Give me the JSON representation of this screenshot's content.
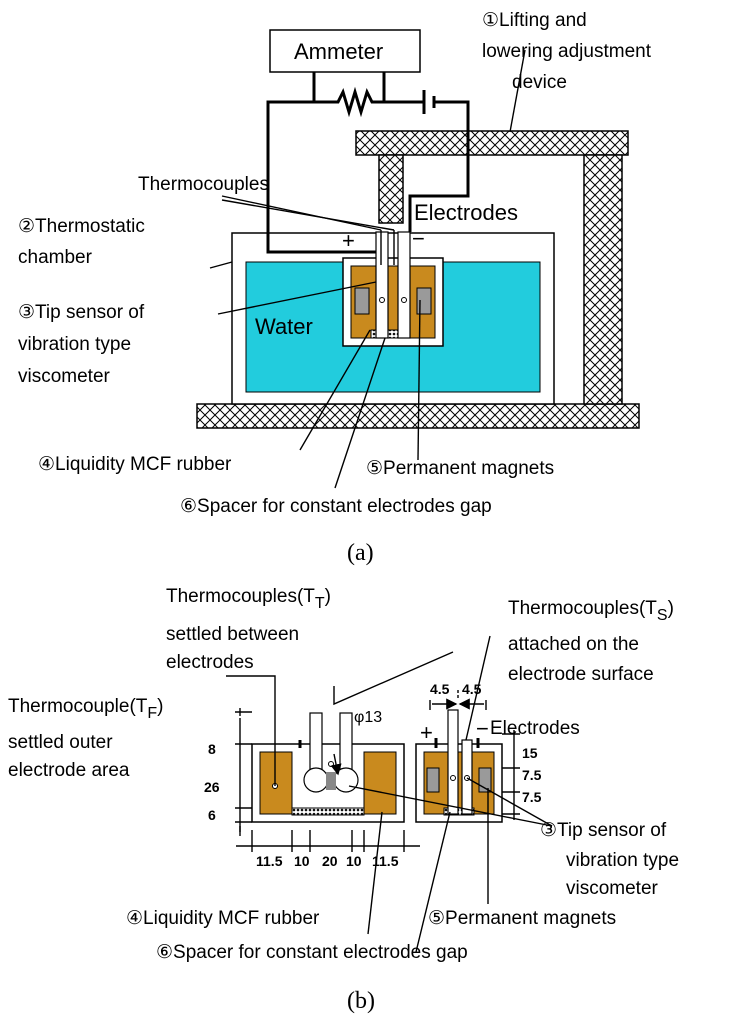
{
  "colors": {
    "water": "#22ccdd",
    "mcf": "#c98a1e",
    "magnet": "#9a9a9a",
    "spacer": "#222222",
    "hatch": "#000000"
  },
  "panel_a": {
    "ammeter": "Ammeter",
    "lifting": [
      "①Lifting and",
      "lowering adjustment",
      "device"
    ],
    "thermocouples": "Thermocouples",
    "electrodes": "Electrodes",
    "thermostatic": [
      "②Thermostatic",
      "chamber"
    ],
    "tip_sensor": [
      "③Tip sensor of",
      "vibration type",
      "viscometer"
    ],
    "water": "Water",
    "plus": "+",
    "minus": "−",
    "mcf": "④Liquidity MCF rubber",
    "magnets": "⑤Permanent magnets",
    "spacer": "⑥Spacer for constant electrodes gap",
    "caption": "(a)"
  },
  "panel_b": {
    "tt_label": [
      "Thermocouples(T",
      "T",
      ")"
    ],
    "tt_desc": [
      "settled between",
      "electrodes"
    ],
    "ts_label": [
      "Thermocouples(T",
      "S",
      ")"
    ],
    "ts_desc": [
      "attached on the",
      "electrode surface"
    ],
    "tf_label": [
      "Thermocouple(T",
      "F",
      ")"
    ],
    "tf_desc": [
      "settled outer",
      "electrode area"
    ],
    "electrodes": "Electrodes",
    "plus": "+",
    "minus": "−",
    "phi": "φ13",
    "dims_left": [
      "8",
      "26",
      "6"
    ],
    "dims_bottom": [
      "11.5",
      "10",
      "20",
      "10",
      "11.5"
    ],
    "dims_top": [
      "4.5",
      "4.5"
    ],
    "dims_right": [
      "15",
      "7.5",
      "7.5"
    ],
    "tip_sensor": [
      "③Tip sensor of",
      "vibration type",
      "viscometer"
    ],
    "mcf": "④Liquidity MCF rubber",
    "magnets": "⑤Permanent magnets",
    "spacer": "⑥Spacer for constant electrodes gap",
    "caption": "(b)"
  }
}
